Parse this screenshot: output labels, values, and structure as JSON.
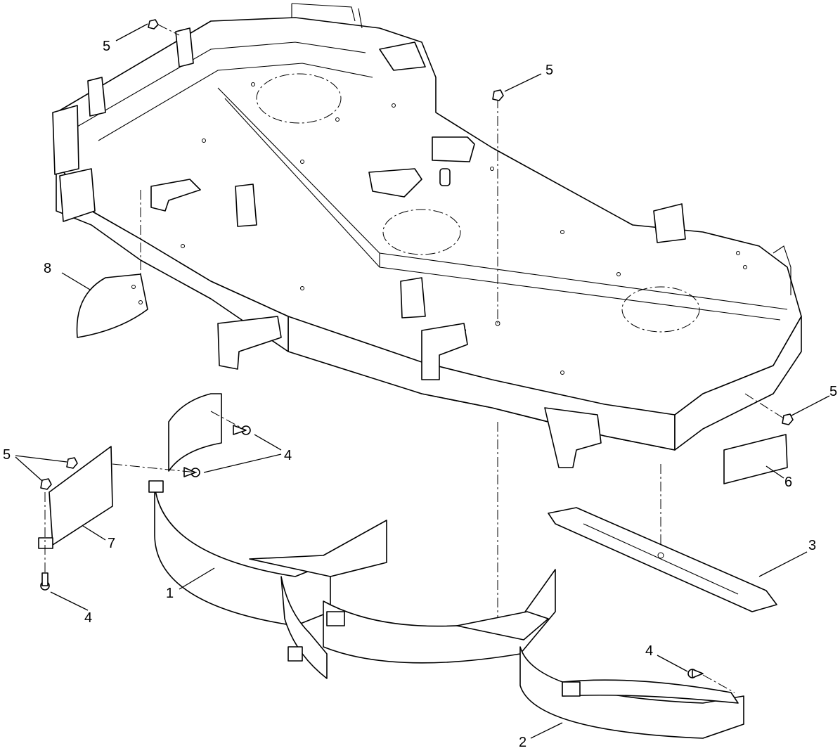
{
  "callouts": {
    "c1": "1",
    "c2": "2",
    "c3": "3",
    "c4a": "4",
    "c4b": "4",
    "c4c": "4",
    "c5a": "5",
    "c5b": "5",
    "c5c": "5",
    "c5d": "5",
    "c6": "6",
    "c7": "7",
    "c8": "8"
  }
}
